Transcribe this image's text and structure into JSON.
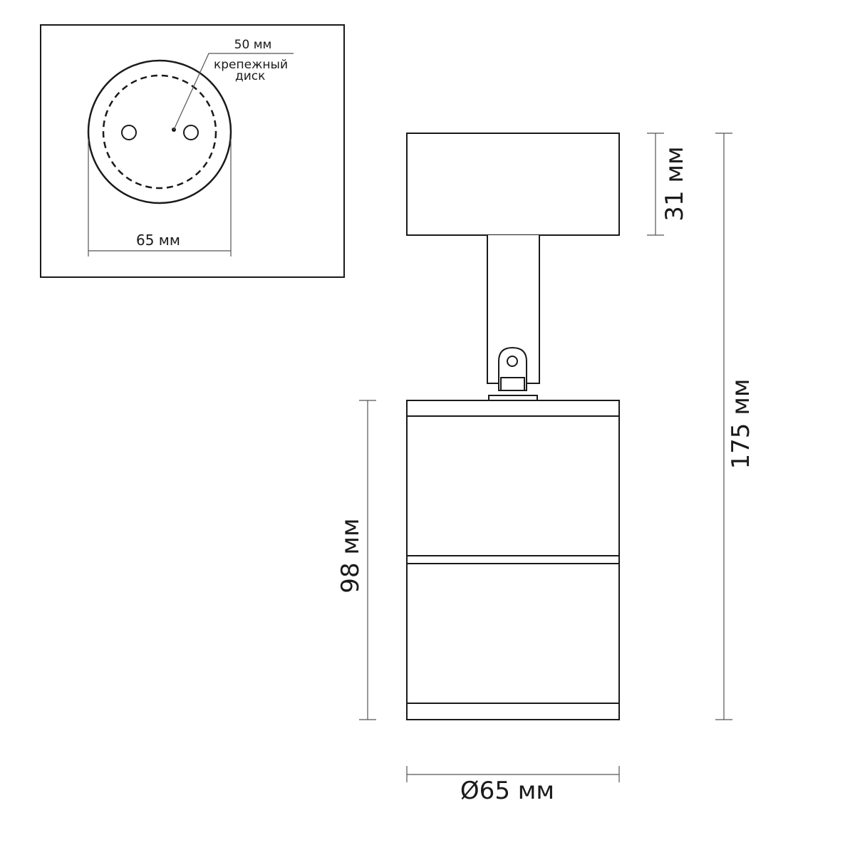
{
  "top_view": {
    "callout_diameter": "50 мм",
    "callout_line1": "крепежный",
    "callout_line2": "диск",
    "width_label": "65 мм"
  },
  "side_view": {
    "base_height_label": "31 мм",
    "total_height_label": "175 мм",
    "body_height_label": "98 мм",
    "diameter_label": "Ø65 мм"
  },
  "colors": {
    "line": "#1a1a1a",
    "dimension": "#555555",
    "background": "#ffffff"
  }
}
